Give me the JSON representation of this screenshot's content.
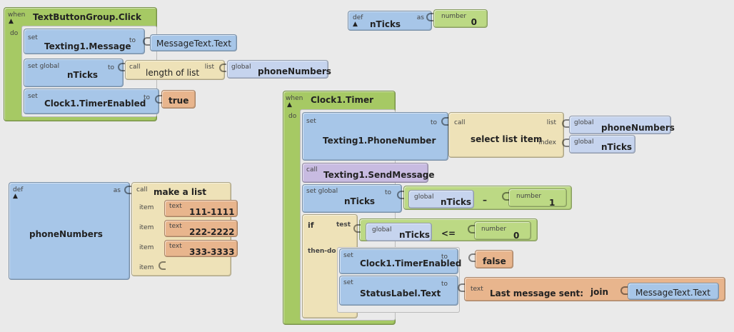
{
  "workspace_background": "#eaeaea",
  "colors": {
    "event_green": "#a6c964",
    "setter_blue": "#a7c6e8",
    "getter_blue": "#c6d4ee",
    "call_tan": "#eee2b8",
    "text_orange": "#e8b58d",
    "number_green": "#bcd984",
    "method_purple": "#c8bbe1"
  },
  "kw": {
    "when": "when",
    "do": "do",
    "set": "set",
    "set_global": "set global",
    "to": "to",
    "call": "call",
    "global": "global",
    "list": "list",
    "def": "def",
    "as": "as",
    "number": "number",
    "item": "item",
    "text": "text",
    "index": "index",
    "if": "if",
    "test": "test",
    "then_do": "then-do",
    "triangle": "▲"
  },
  "button_click": {
    "event": "TextButtonGroup.Click",
    "set_message": {
      "target": "Texting1.Message",
      "value": "MessageText.Text"
    },
    "set_nticks": {
      "target": "nTicks",
      "call": "length of list",
      "list_value": "phoneNumbers"
    },
    "set_timer": {
      "target": "Clock1.TimerEnabled",
      "value": "true"
    }
  },
  "def_nticks": {
    "name": "nTicks",
    "value": "0"
  },
  "def_phone": {
    "name": "phoneNumbers",
    "call": "make a list",
    "items": [
      "111-1111",
      "222-2222",
      "333-3333"
    ]
  },
  "timer": {
    "event": "Clock1.Timer",
    "set_phone": {
      "target": "Texting1.PhoneNumber",
      "call": "select list item",
      "list_value": "phoneNumbers",
      "index_value": "nTicks"
    },
    "send_message": "Texting1.SendMessage",
    "decrement": {
      "target": "nTicks",
      "left": "nTicks",
      "op": "–",
      "right": "1"
    },
    "if_block": {
      "left": "nTicks",
      "op": "<=",
      "right": "0",
      "set_timer": {
        "target": "Clock1.TimerEnabled",
        "value": "false"
      },
      "set_status": {
        "target": "StatusLabel.Text",
        "text": "Last message sent:",
        "join": "join",
        "join_value": "MessageText.Text"
      }
    }
  }
}
